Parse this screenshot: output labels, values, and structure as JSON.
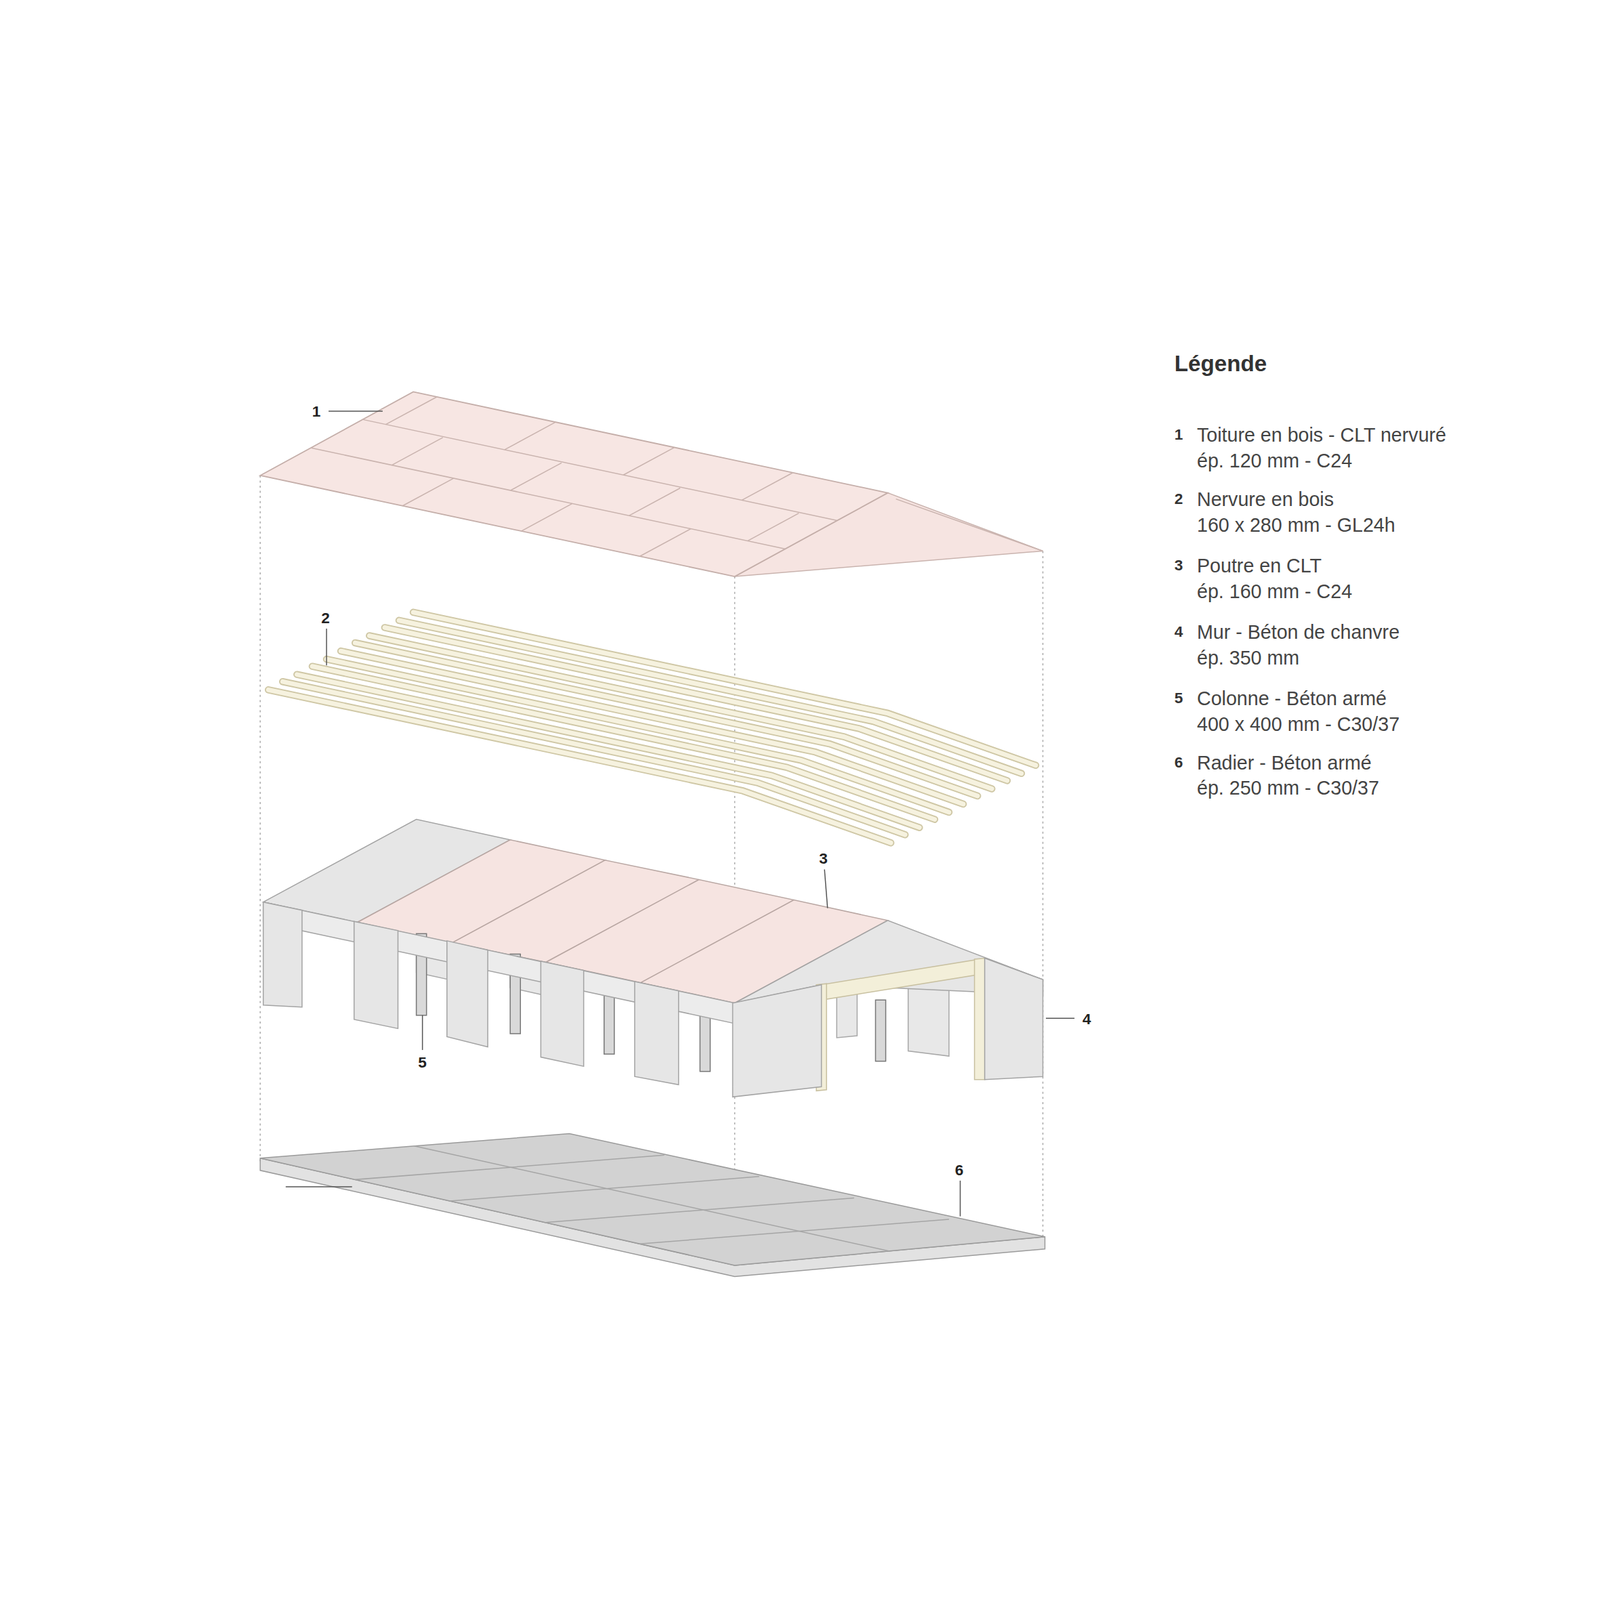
{
  "diagram": {
    "title": "Légende",
    "labels": [
      "1",
      "2",
      "3",
      "4",
      "5",
      "6",
      "1",
      "2",
      "3",
      "4",
      "5",
      "6"
    ],
    "legend": [
      {
        "text": "Toiture en bois - CLT nervuré ép. 120 mm - C24"
      },
      {
        "text": "Nervure en bois 160 x 280 mm - GL24h"
      },
      {
        "text": "Poutre en CLT ép. 160 mm - C24"
      },
      {
        "text": "Mur - Béton de chanvre ép. 350 mm"
      },
      {
        "text": "Colonne - Béton armé 400 x 400 mm - C30/37"
      },
      {
        "text": "Radier - Béton armé ép. 250 mm - C30/37"
      }
    ]
  }
}
